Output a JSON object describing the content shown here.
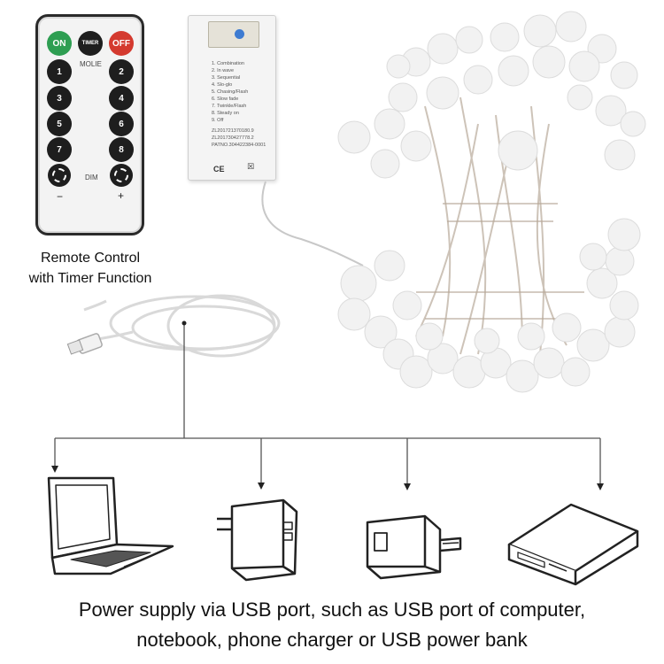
{
  "remote": {
    "on_label": "ON",
    "timer_label": "TIMER",
    "off_label": "OFF",
    "mode_label": "MOLIE",
    "numbers": [
      "1",
      "2",
      "3",
      "4",
      "5",
      "6",
      "7",
      "8"
    ],
    "dim_label": "DIM",
    "minus_label": "−",
    "plus_label": "+"
  },
  "remote_caption": {
    "line1": "Remote Control",
    "line2": "with Timer Function"
  },
  "battery_box": {
    "modes": [
      "1. Combination",
      "2. In wave",
      "3. Sequential",
      "4. Slo-glo",
      "5. Chasing/Flash",
      "6. Slow fade",
      "7. Twinkle/Flash",
      "8. Steady on",
      "9. Off"
    ],
    "codes": [
      "ZL201721370180.9",
      "ZL201730427778.2",
      "PATNO.304422384-0001"
    ],
    "ce_mark": "CE",
    "bin_mark": "☒"
  },
  "caption": {
    "line1": "Power supply via USB port, such as USB port of computer,",
    "line2": "notebook, phone charger or USB power bank"
  }
}
